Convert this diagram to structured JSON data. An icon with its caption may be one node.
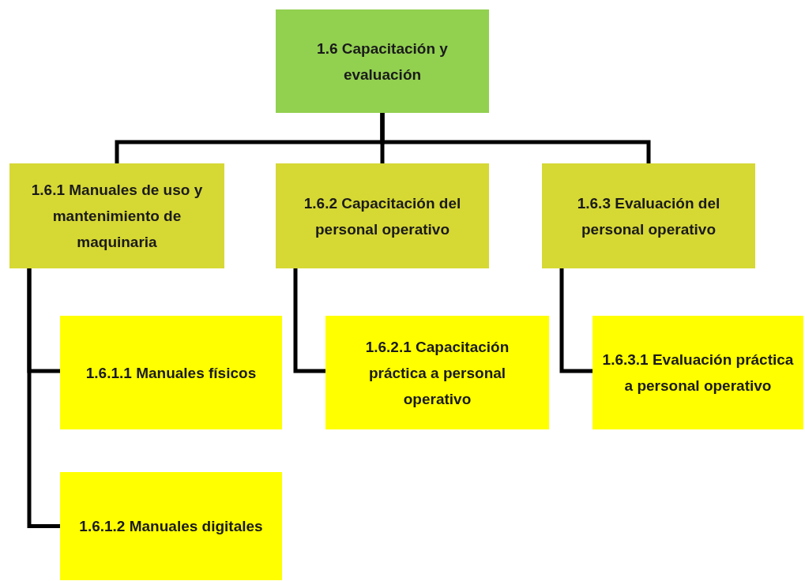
{
  "diagram": {
    "nodes": [
      {
        "text": [
          "1.6 Capacitación y evaluación"
        ]
      },
      {
        "text": [
          "1.6.1 Manuales de uso y mantenimiento de maquinaria"
        ]
      },
      {
        "text": [
          "1.6.2 Capacitación del personal operativo"
        ]
      },
      {
        "text": [
          "1.6.3 Evaluación del personal operativo"
        ]
      },
      {
        "text": [
          "1.6.1.1 Manuales físicos"
        ]
      },
      {
        "text": [
          "1.6.1.2 Manuales digitales"
        ]
      },
      {
        "text": [
          "1.6.2.1 Capacitación práctica a personal operativo"
        ]
      },
      {
        "text": [
          "1.6.3.1 Evaluación práctica a personal operativo"
        ]
      }
    ],
    "edges": [
      {
        "from": 0,
        "to": 1,
        "arrow": "none"
      },
      {
        "from": 0,
        "to": 2,
        "arrow": "none"
      },
      {
        "from": 0,
        "to": 3,
        "arrow": "none"
      },
      {
        "from": 1,
        "to": 4,
        "arrow": "none"
      },
      {
        "from": 1,
        "to": 5,
        "arrow": "none"
      },
      {
        "from": 2,
        "to": 6,
        "arrow": "none"
      },
      {
        "from": 3,
        "to": 7,
        "arrow": "none"
      }
    ]
  }
}
